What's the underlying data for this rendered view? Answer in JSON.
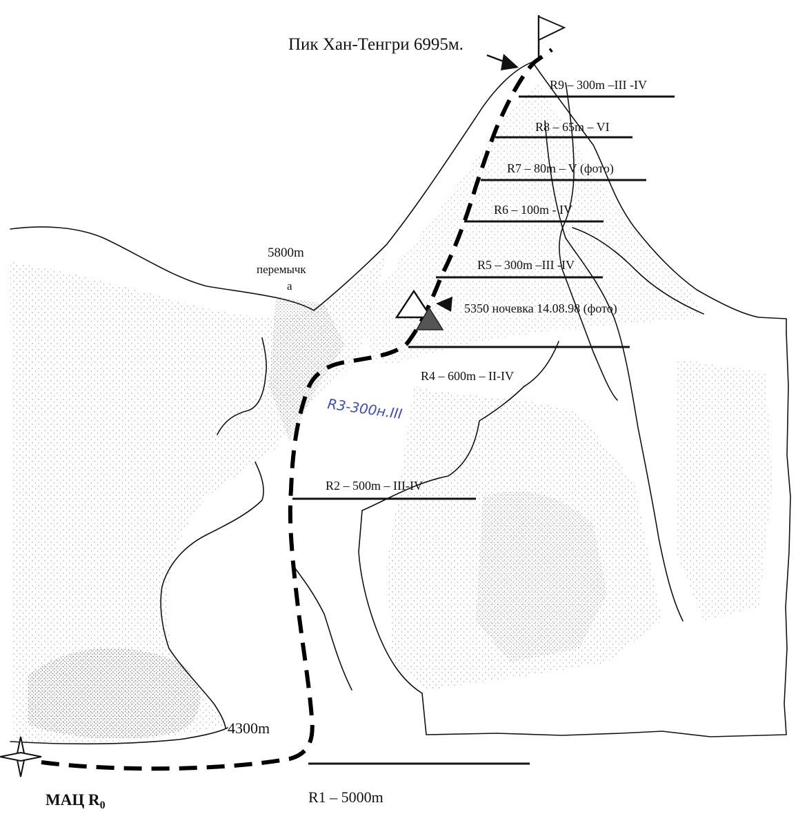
{
  "summit_label": "Пик Хан-Тенгри 6995м.",
  "saddle": {
    "height": "5800m",
    "name_line1": "перемычк",
    "name_line2": "а"
  },
  "camp_label": "5350  ночевка 14.08.98 (фото)",
  "base_height": "4300m",
  "base_camp": {
    "prefix": "МАЦ R",
    "sub": "0"
  },
  "pitches": [
    {
      "id": "r9",
      "label": "R9 – 300m –III -IV"
    },
    {
      "id": "r8",
      "label": "R8 – 65m – VI"
    },
    {
      "id": "r7",
      "label": "R7 – 80m – V (фото)"
    },
    {
      "id": "r6",
      "label": "R6 – 100m - IV"
    },
    {
      "id": "r5",
      "label": "R5 – 300m –III -IV"
    },
    {
      "id": "r4",
      "label": "R4 – 600m – II-IV"
    },
    {
      "id": "r3",
      "label": "R3-300н.III"
    },
    {
      "id": "r2",
      "label": "R2 –     500m – III-IV"
    },
    {
      "id": "r1",
      "label": "R1 – 5000m"
    }
  ],
  "colors": {
    "ink": "#111111",
    "handwriting": "#3b4fb0",
    "stipple": "#555555"
  }
}
